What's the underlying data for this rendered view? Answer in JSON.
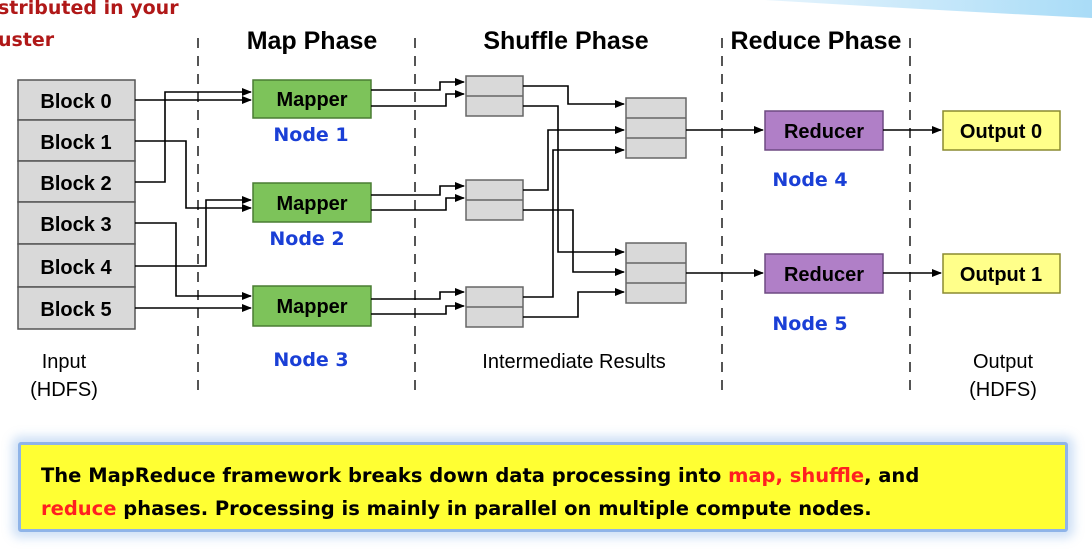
{
  "title_fragment": [
    "stributed in your",
    "uster"
  ],
  "phases": [
    "Map Phase",
    "Shuffle Phase",
    "Reduce Phase"
  ],
  "blocks": [
    "Block 0",
    "Block 1",
    "Block 2",
    "Block 3",
    "Block 4",
    "Block 5"
  ],
  "input_label": [
    "Input",
    "(HDFS)"
  ],
  "output_label": [
    "Output",
    "(HDFS)"
  ],
  "mappers": [
    {
      "label": "Mapper",
      "node": "Node 1"
    },
    {
      "label": "Mapper",
      "node": "Node 2"
    },
    {
      "label": "Mapper",
      "node": "Node 3"
    }
  ],
  "reducers": [
    {
      "label": "Reducer",
      "node": "Node 4"
    },
    {
      "label": "Reducer",
      "node": "Node 5"
    }
  ],
  "outputs": [
    "Output 0",
    "Output 1"
  ],
  "intermediate_label": "Intermediate Results",
  "note": {
    "part1": "The MapReduce framework breaks down data processing into ",
    "hl1": "map, shuffle",
    "part2": ", and",
    "hl2": "reduce",
    "part3": " phases. Processing is mainly in parallel on multiple compute nodes."
  },
  "colors": {
    "block_fill": "#d9d9d9",
    "mapper_fill": "#7dc35a",
    "reducer_fill": "#b07fc7",
    "output_fill": "#ffff8a",
    "node_text": "#1a3fd6",
    "title_text": "#b01818",
    "highlight": "#ff2020",
    "note_bg": "#ffff33"
  }
}
